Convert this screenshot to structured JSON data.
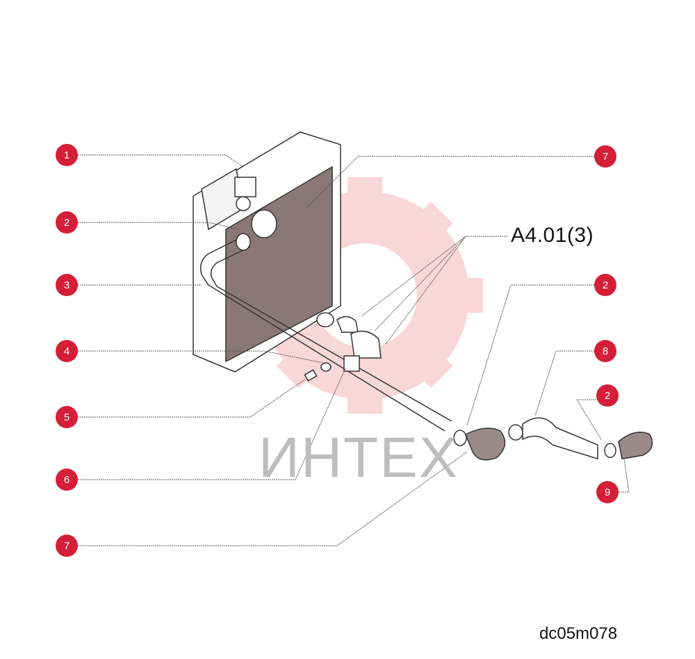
{
  "watermark": {
    "text": "ИНТЕХ",
    "color": "#f08b8b"
  },
  "callouts": {
    "c1": "1",
    "c2a": "2",
    "c3": "3",
    "c4": "4",
    "c5": "5",
    "c6": "6",
    "c7a": "7",
    "c7b": "7",
    "c2b": "2",
    "c8": "8",
    "c2c": "2",
    "c9": "9"
  },
  "reference_label": "A4.01(3)",
  "drawing_code": "dc05m078",
  "colors": {
    "callout": "#d51f38",
    "line": "#333333",
    "core": "#7a6a6a"
  }
}
